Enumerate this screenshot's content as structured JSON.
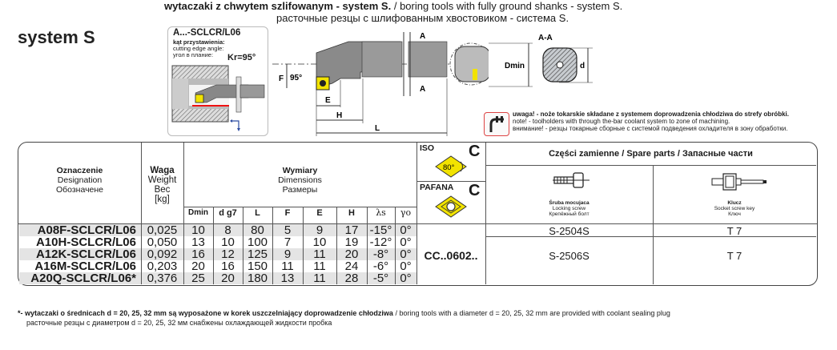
{
  "header": {
    "line1_bold": "wytaczaki z chwytem szlifowanym  - system S.",
    "line1_rest": " /  boring tools with  fully ground shanks - system S.",
    "line2": "расточные резцы с шлифованным хвостовиком - система S."
  },
  "system_title": "system S",
  "mini_card": {
    "title": "A...-SCLCR/L06",
    "label_pl": "kąt przystawienia:",
    "label_en": "cutting edge angle:",
    "label_ru": "угол в плание:",
    "angle": "Kr=95°"
  },
  "drawing": {
    "labels": {
      "A": "A",
      "F": "F",
      "E": "E",
      "H": "H",
      "L": "L",
      "angle": "95°",
      "section": "A-A",
      "dmin": "Dmin",
      "d": "d"
    }
  },
  "note": {
    "pl": "uwaga! - noże tokarskie składane z systemem doprowadzenia chłodziwa do strefy obróbki.",
    "en": "note!  -  toolholders  with  through  the-bar  coolant  system  to  zone  of  machining.",
    "ru": "внимание! - резцы токарные сборные с системой подведения охладителя в зону обработки."
  },
  "table": {
    "designation_header": [
      "Oznaczenie",
      "Designation",
      "Обозначене"
    ],
    "weight_header": [
      "Waga",
      "Weight",
      "Вес",
      "[kg]"
    ],
    "dimensions_header": [
      "Wymiary",
      "Dimensions",
      "Размеры"
    ],
    "columns": [
      "Dmin",
      "d g7",
      "L",
      "F",
      "E",
      "H",
      "λs",
      "γo"
    ],
    "rows": [
      {
        "designation": "A08F-SCLCR/L06",
        "weight": "0,025",
        "dmin": "10",
        "d": "8",
        "L": "80",
        "F": "5",
        "E": "9",
        "H": "17",
        "lambda": "-15°",
        "gamma": "0°"
      },
      {
        "designation": "A10H-SCLCR/L06",
        "weight": "0,050",
        "dmin": "13",
        "d": "10",
        "L": "100",
        "F": "7",
        "E": "10",
        "H": "19",
        "lambda": "-12°",
        "gamma": "0°"
      },
      {
        "designation": "A12K-SCLCR/L06",
        "weight": "0,092",
        "dmin": "16",
        "d": "12",
        "L": "125",
        "F": "9",
        "E": "11",
        "H": "20",
        "lambda": "-8°",
        "gamma": "0°"
      },
      {
        "designation": "A16M-SCLCR/L06",
        "weight": "0,203",
        "dmin": "20",
        "d": "16",
        "L": "150",
        "F": "11",
        "E": "11",
        "H": "24",
        "lambda": "-6°",
        "gamma": "0°"
      },
      {
        "designation": "A20Q-SCLCR/L06*",
        "weight": "0,376",
        "dmin": "25",
        "d": "20",
        "L": "180",
        "F": "13",
        "E": "11",
        "H": "28",
        "lambda": "-5°",
        "gamma": "0°"
      }
    ],
    "iso_label": "ISO",
    "iso_code": "C",
    "iso_angle": "80°",
    "pafana_label": "PAFANA",
    "pafana_code": "C",
    "insert": "CC..0602..",
    "spare_header": "Części  zamienne  /  Spare  parts  /  Запасные  части",
    "screw": {
      "pl": "Śruba  mocujaca",
      "en": "Locking  screw",
      "ru": "Крепёжный  болт"
    },
    "key": {
      "pl": "Klucz",
      "en": "Socket  screw  key",
      "ru": "Ключ"
    },
    "spare_rows": [
      {
        "screw": "S-2504S",
        "key": "T 7"
      },
      {
        "screw": "S-2506S",
        "key": "T 7"
      }
    ]
  },
  "footnote": {
    "bold": "*- wytaczaki o średnicach d = 20, 25, 32 mm są wyposażone w korek uszczelniający doprowadzenie chłodziwa",
    "rest": " / boring tools with a diameter d = 20, 25, 32 mm are provided with coolant sealing plug",
    "ru": "расточные резцы с диаметром d = 20, 25, 32 мм снабжены охлаждающей жидкости пробка"
  },
  "colors": {
    "insert_yellow": "#f2e300",
    "row_shade": "#e4e4e4",
    "coolant_red": "#d44444"
  }
}
